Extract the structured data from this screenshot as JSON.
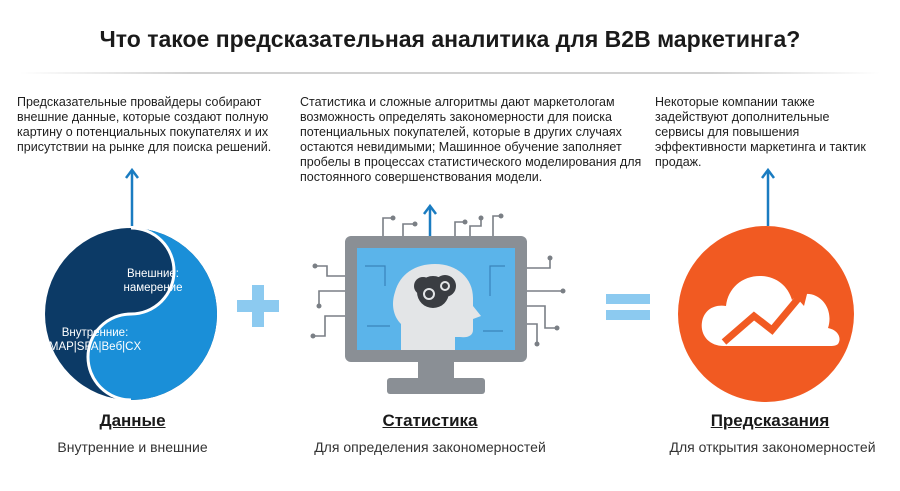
{
  "title": "Что такое предсказательная аналитика для B2B маркетинга?",
  "columns": [
    {
      "description": "Предсказательные провайдеры собирают внешние данные, которые создают полную картину о потенциальных покупателях и их присутствии на рынке для поиска решений.",
      "caption": "Данные",
      "subcaption": "Внутренние и внешние"
    },
    {
      "description": "Статистика и сложные алгоритмы дают маркетологам возможность определять закономерности для поиска потенциальных покупателей, которые в других случаях остаются невидимыми; Машинное обучение заполняет пробелы в процессах статистического моделирования для постоянного совершенствования модели.",
      "caption": "Статистика",
      "subcaption": "Для определения закономерностей"
    },
    {
      "description": "Некоторые компании также задействуют дополнительные сервисы для повышения эффективности маркетинга и тактик продаж.",
      "caption": "Предсказания",
      "subcaption": "Для открытия закономерностей"
    }
  ],
  "yin_yang": {
    "external_line1": "Внешние:",
    "external_line2": "намерение",
    "internal_line1": "Внутренние:",
    "internal_line2": "MAP|SFA|Beб|CX"
  },
  "colors": {
    "dark_blue": "#0c3a66",
    "light_blue": "#1a8fd8",
    "pale_blue": "#8ccaf0",
    "arrow_blue": "#1a7cc1",
    "orange": "#f15a22",
    "monitor_gray": "#8a8f95"
  },
  "icons": {
    "plus": "plus-icon",
    "equals": "equals-icon",
    "monitor": "monitor-head-gears-icon",
    "cloud": "cloud-growth-arrow-icon"
  }
}
